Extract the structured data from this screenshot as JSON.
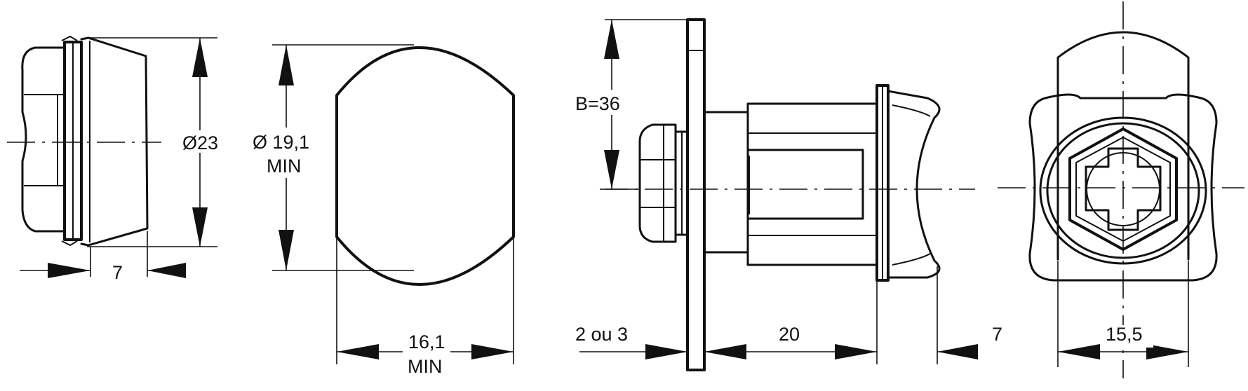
{
  "dimensions": {
    "face_width": "7",
    "face_diameter": "Ø23",
    "cutout_diameter": "Ø 19,1",
    "cutout_diameter_note": "MIN",
    "cutout_width": "16,1",
    "cutout_width_note": "MIN",
    "panel_thickness": "2 ou 3",
    "body_length": "20",
    "head_depth": "7",
    "b_distance": "B=36",
    "cam_width": "15,5"
  }
}
